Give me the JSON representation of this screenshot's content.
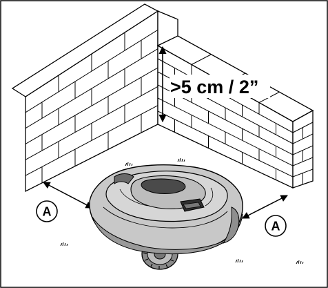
{
  "dimension": {
    "label": ">5 cm / 2”"
  },
  "markers": [
    {
      "label": "A"
    },
    {
      "label": "A"
    }
  ],
  "colors": {
    "line": "#000000",
    "mower_body": "#c8c8c8",
    "mower_shade": "#9a9a9a",
    "mower_dark": "#555555",
    "background": "#ffffff"
  }
}
